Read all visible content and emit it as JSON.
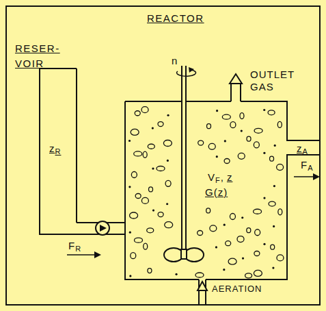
{
  "diagram": {
    "nodes": [
      {
        "text": [
          "RESER- VOIR"
        ]
      },
      {
        "text": [
          "REACTOR"
        ]
      }
    ],
    "edges": [
      {
        "from": 0,
        "to": 1,
        "arrow": "none"
      }
    ],
    "labels": [
      "n",
      "OUTLET GAS",
      "z",
      "A",
      "F",
      "A",
      "V",
      "F",
      ",",
      "z",
      "G(z)",
      "z",
      "R",
      "F",
      "R",
      "AERATION"
    ]
  }
}
